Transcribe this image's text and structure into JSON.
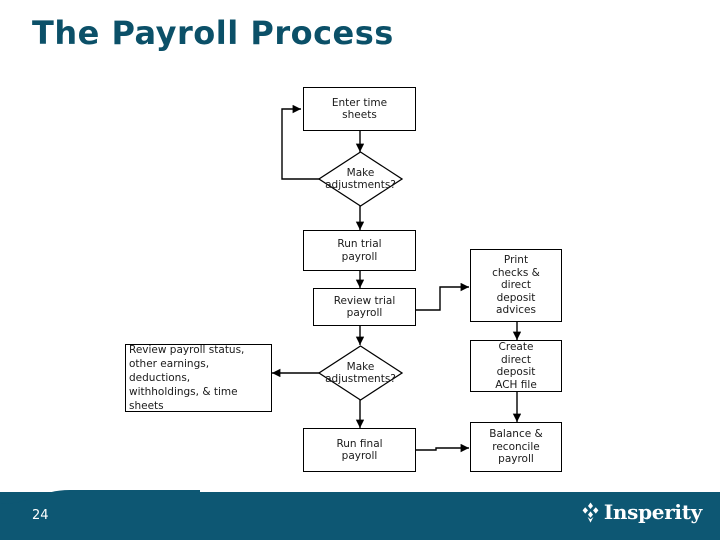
{
  "slide": {
    "title": "The Payroll Process",
    "slide_number": "24",
    "brand_color": "#0d5773",
    "title_color": "#0b5068"
  },
  "footer": {
    "logo_text": "Insperity",
    "logo_icon": "insperity-shield-icon"
  },
  "diagram": {
    "type": "flowchart",
    "nodes": [
      {
        "id": "enter-time-sheets",
        "shape": "rect",
        "label": "Enter time\nsheets"
      },
      {
        "id": "make-adjustments-1",
        "shape": "diamond",
        "label": "Make\nadjustments?"
      },
      {
        "id": "run-trial-payroll",
        "shape": "rect",
        "label": "Run trial\npayroll"
      },
      {
        "id": "review-trial-payroll",
        "shape": "rect",
        "label": "Review trial\npayroll"
      },
      {
        "id": "make-adjustments-2",
        "shape": "diamond",
        "label": "Make\nadjustments?"
      },
      {
        "id": "run-final-payroll",
        "shape": "rect",
        "label": "Run final\npayroll"
      },
      {
        "id": "review-payroll-status",
        "shape": "rect",
        "label": "Review payroll status,\nother earnings,\ndeductions,\nwithholdings, & time\nsheets"
      },
      {
        "id": "print-checks",
        "shape": "rect",
        "label": "Print\nchecks &\ndirect\ndeposit\nadvices"
      },
      {
        "id": "create-ach-file",
        "shape": "rect",
        "label": "Create\ndirect\ndeposit\nACH file"
      },
      {
        "id": "balance-reconcile",
        "shape": "rect",
        "label": "Balance &\nreconcile\npayroll"
      }
    ]
  }
}
